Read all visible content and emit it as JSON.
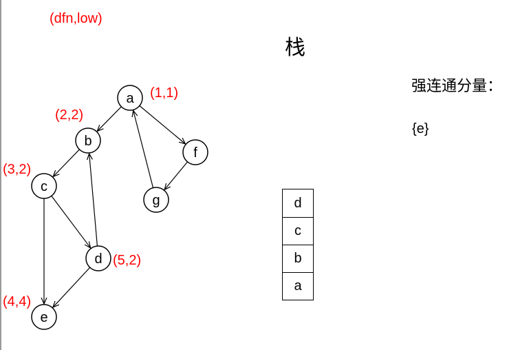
{
  "legend": "(dfn,low)",
  "stack": {
    "title": "栈",
    "items": [
      "d",
      "c",
      "b",
      "a"
    ]
  },
  "scc": {
    "title": "强连通分量：",
    "set": "{e}"
  },
  "graph": {
    "nodes": [
      {
        "id": "a",
        "label": "a",
        "annotation": "(1,1)"
      },
      {
        "id": "b",
        "label": "b",
        "annotation": "(2,2)"
      },
      {
        "id": "c",
        "label": "c",
        "annotation": "(3,2)"
      },
      {
        "id": "d",
        "label": "d",
        "annotation": "(5,2)"
      },
      {
        "id": "e",
        "label": "e",
        "annotation": "(4,4)"
      },
      {
        "id": "f",
        "label": "f",
        "annotation": ""
      },
      {
        "id": "g",
        "label": "g",
        "annotation": ""
      }
    ],
    "edges": [
      {
        "from": "a",
        "to": "b"
      },
      {
        "from": "a",
        "to": "f"
      },
      {
        "from": "f",
        "to": "g"
      },
      {
        "from": "g",
        "to": "a"
      },
      {
        "from": "b",
        "to": "c"
      },
      {
        "from": "c",
        "to": "d"
      },
      {
        "from": "c",
        "to": "e"
      },
      {
        "from": "d",
        "to": "b"
      },
      {
        "from": "d",
        "to": "e"
      }
    ]
  }
}
